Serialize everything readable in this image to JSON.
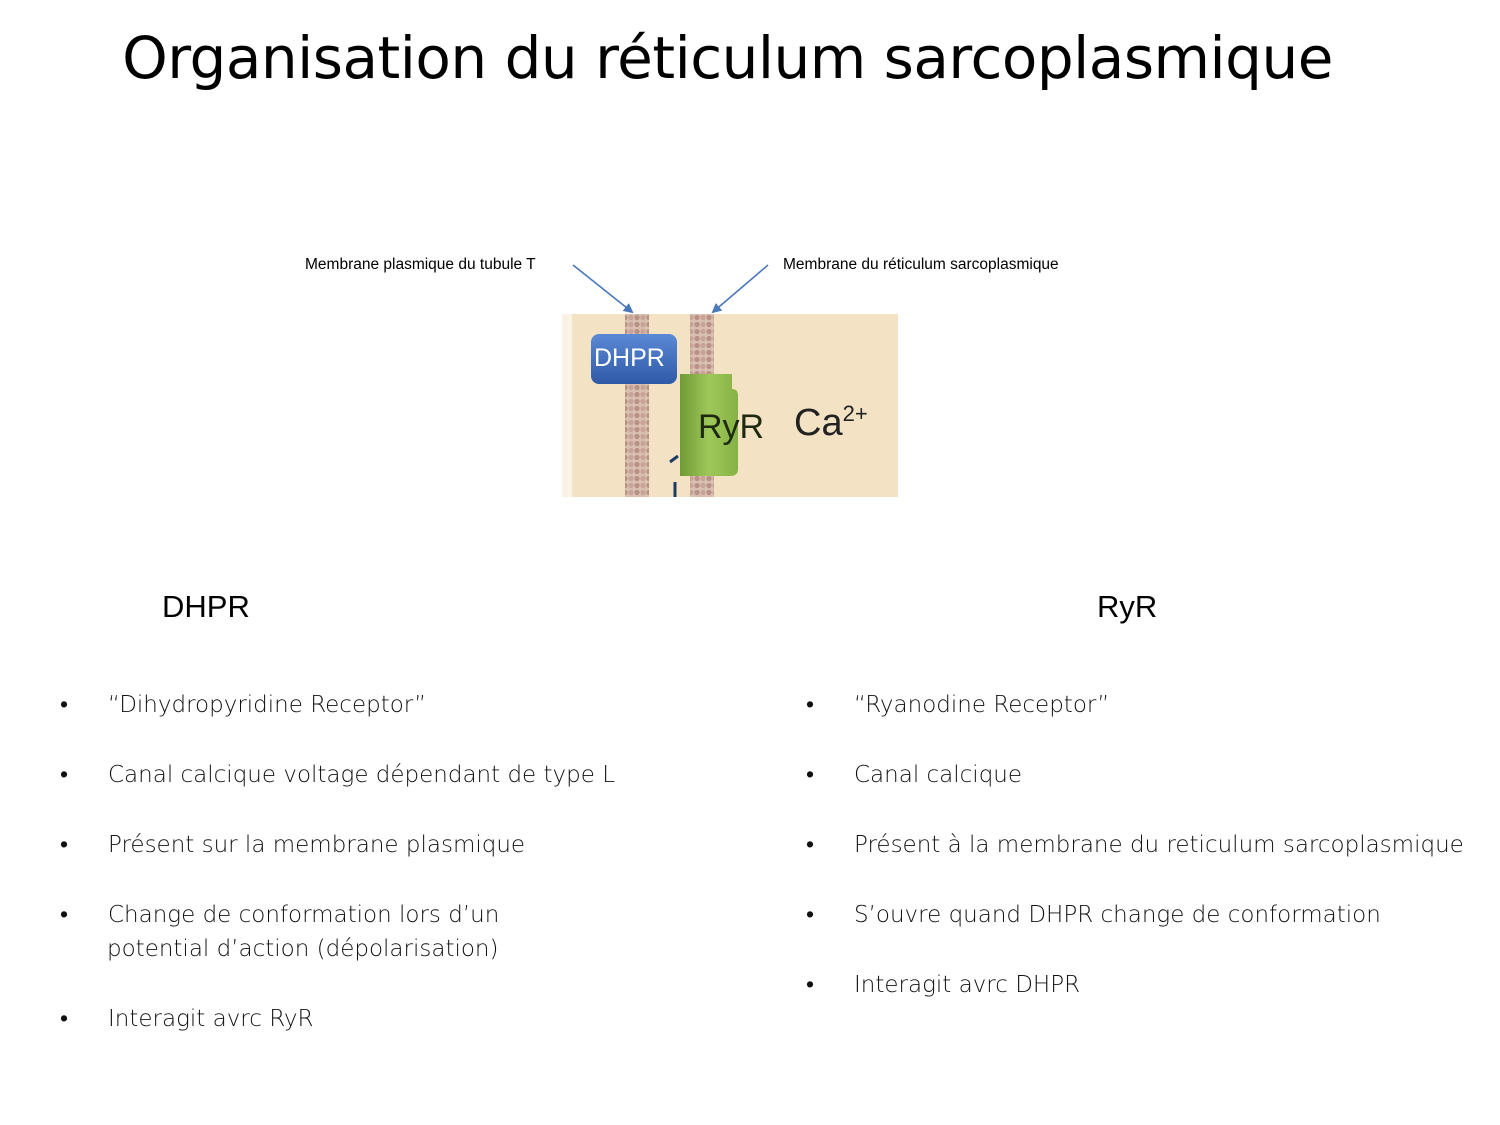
{
  "slide": {
    "title": "Organisation du réticulum sarcoplasmique"
  },
  "figure": {
    "callout_left": "Membrane plasmique du tubule T",
    "callout_right": "Membrane du réticulum sarcoplasmique",
    "dhpr_label": "DHPR",
    "ryr_label": "RyR",
    "ca_label": "Ca",
    "ca_superscript": "2+",
    "colors": {
      "background": "#f3e3c4",
      "membrane": "#c9a89a",
      "dhpr_fill": "#3f6fbf",
      "ryr_fill": "#8cb847",
      "arrow": "#4a78b8"
    }
  },
  "columns": {
    "left": {
      "heading": "DHPR",
      "bullets": [
        {
          "text": "“Dihydropyridine Receptor”"
        },
        {
          "text": "Canal calcique voltage dépendant de type L"
        },
        {
          "text": "Présent sur la membrane plasmique"
        },
        {
          "text": "Change de conformation lors d’un",
          "text_line2": "potential d’action (dépolarisation)"
        },
        {
          "text": "Interagit avrc RyR"
        }
      ]
    },
    "right": {
      "heading": "RyR",
      "bullets": [
        {
          "text": "“Ryanodine Receptor”"
        },
        {
          "text": "Canal calcique"
        },
        {
          "text": "Présent à la membrane du reticulum sarcoplasmique"
        },
        {
          "text": "S’ouvre quand DHPR change de conformation"
        },
        {
          "text": "Interagit avrc DHPR"
        }
      ]
    }
  }
}
